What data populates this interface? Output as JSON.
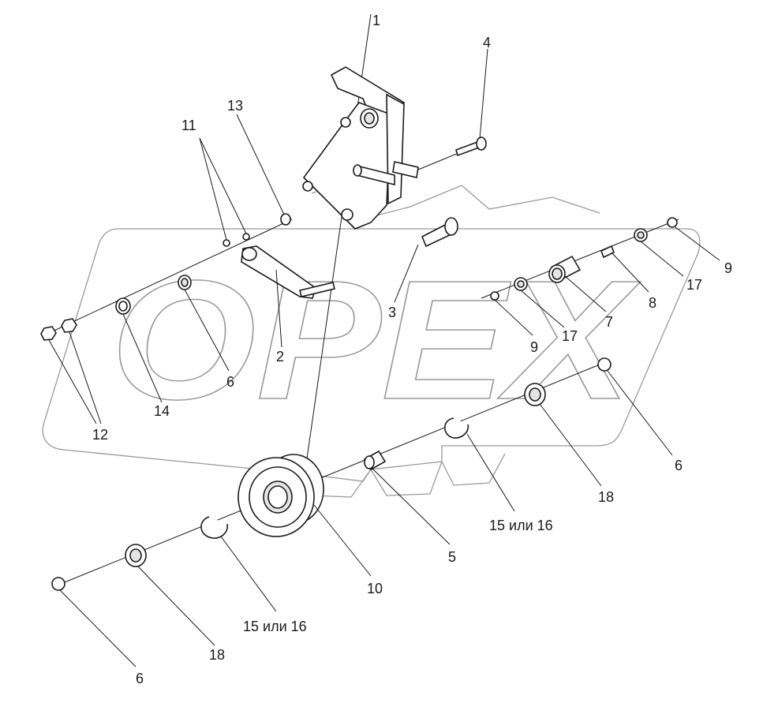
{
  "watermark": {
    "text": "OPEX"
  },
  "callouts": [
    {
      "id": "c1",
      "text": "1"
    },
    {
      "id": "c2",
      "text": "2"
    },
    {
      "id": "c3",
      "text": "3"
    },
    {
      "id": "c4",
      "text": "4"
    },
    {
      "id": "c5",
      "text": "5"
    },
    {
      "id": "c6a",
      "text": "6"
    },
    {
      "id": "c6b",
      "text": "6"
    },
    {
      "id": "c6c",
      "text": "6"
    },
    {
      "id": "c7",
      "text": "7"
    },
    {
      "id": "c8",
      "text": "8"
    },
    {
      "id": "c9a",
      "text": "9"
    },
    {
      "id": "c9b",
      "text": "9"
    },
    {
      "id": "c10",
      "text": "10"
    },
    {
      "id": "c11",
      "text": "11"
    },
    {
      "id": "c12",
      "text": "12"
    },
    {
      "id": "c13",
      "text": "13"
    },
    {
      "id": "c14",
      "text": "14"
    },
    {
      "id": "c15a",
      "text": "15 или 16"
    },
    {
      "id": "c15b",
      "text": "15 или 16"
    },
    {
      "id": "c17a",
      "text": "17"
    },
    {
      "id": "c17b",
      "text": "17"
    },
    {
      "id": "c18a",
      "text": "18"
    },
    {
      "id": "c18b",
      "text": "18"
    }
  ]
}
